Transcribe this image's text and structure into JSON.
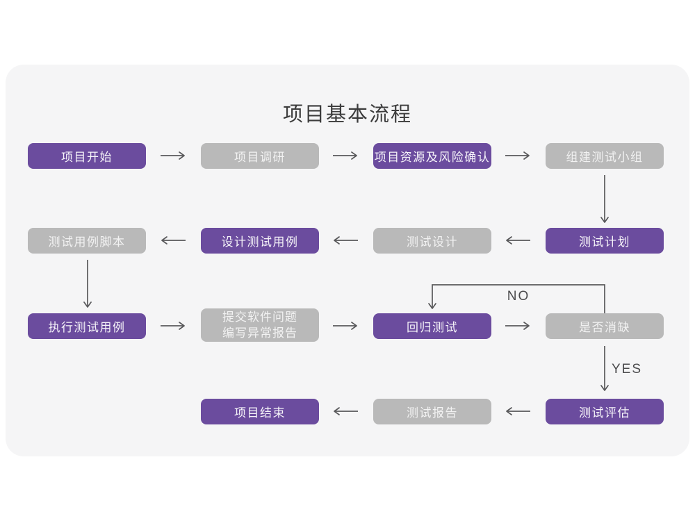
{
  "title": "项目基本流程",
  "colors": {
    "node_purple": "#6b4c9e",
    "node_gray": "#b9b9b9",
    "card_background": "#f5f5f6",
    "arrow": "#58585a",
    "title_text": "#3c3c3c",
    "node_text": "#f4f2f8"
  },
  "nodes": [
    {
      "id": "project-start",
      "label": "项目开始",
      "variant": "purple"
    },
    {
      "id": "project-research",
      "label": "项目调研",
      "variant": "gray"
    },
    {
      "id": "resource-risk",
      "label": "项目资源及风险确认",
      "variant": "purple"
    },
    {
      "id": "build-test-team",
      "label": "组建测试小组",
      "variant": "gray"
    },
    {
      "id": "test-plan",
      "label": "测试计划",
      "variant": "purple"
    },
    {
      "id": "test-design",
      "label": "测试设计",
      "variant": "gray"
    },
    {
      "id": "design-test-case",
      "label": "设计测试用例",
      "variant": "purple"
    },
    {
      "id": "test-case-script",
      "label": "测试用例脚本",
      "variant": "gray"
    },
    {
      "id": "execute-test-case",
      "label": "执行测试用例",
      "variant": "purple"
    },
    {
      "id": "submit-issue-report",
      "label": "提交软件问题\n编写异常报告",
      "variant": "gray"
    },
    {
      "id": "regression-test",
      "label": "回归测试",
      "variant": "purple"
    },
    {
      "id": "defect-cleared",
      "label": "是否消缺",
      "variant": "gray"
    },
    {
      "id": "test-evaluation",
      "label": "测试评估",
      "variant": "purple"
    },
    {
      "id": "test-report",
      "label": "测试报告",
      "variant": "gray"
    },
    {
      "id": "project-end",
      "label": "项目结束",
      "variant": "purple"
    }
  ],
  "edge_labels": {
    "no": "NO",
    "yes": "YES"
  }
}
